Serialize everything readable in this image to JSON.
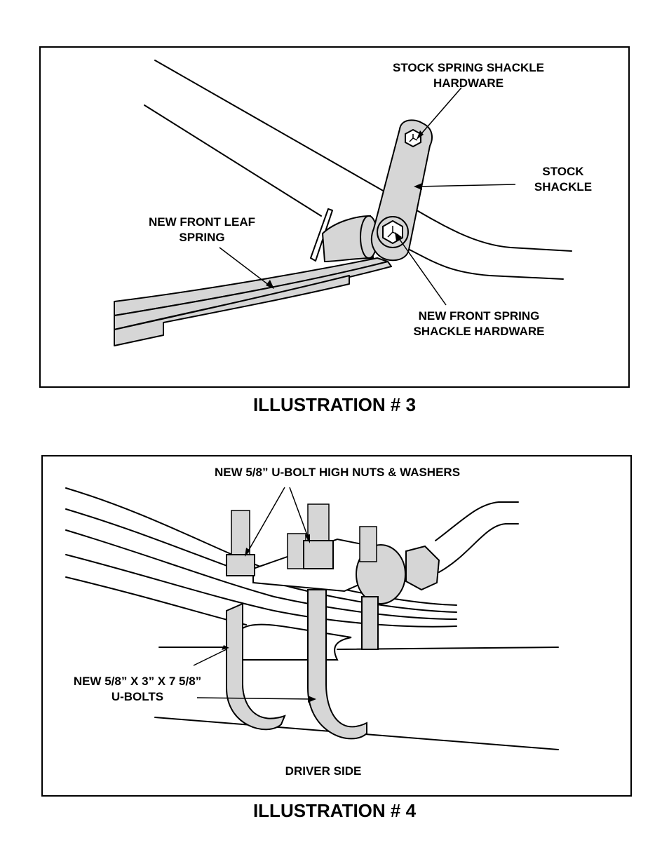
{
  "illustration3": {
    "caption": "ILLUSTRATION # 3",
    "labels": {
      "stock_spring_shackle_hardware": "STOCK SPRING SHACKLE\nHARDWARE",
      "stock_shackle": "STOCK\nSHACKLE",
      "new_front_leaf_spring": "NEW FRONT LEAF\nSPRING",
      "new_front_spring_shackle_hardware": "NEW FRONT SPRING\nSHACKLE HARDWARE"
    }
  },
  "illustration4": {
    "caption": "ILLUSTRATION # 4",
    "labels": {
      "u_bolt_high_nuts": "NEW 5/8” U-BOLT HIGH NUTS & WASHERS",
      "u_bolts": "NEW 5/8” X 3” X 7 5/8”\nU-BOLTS",
      "driver_side": "DRIVER SIDE"
    }
  },
  "colors": {
    "part_fill": "#d6d6d6",
    "line": "#000000"
  }
}
